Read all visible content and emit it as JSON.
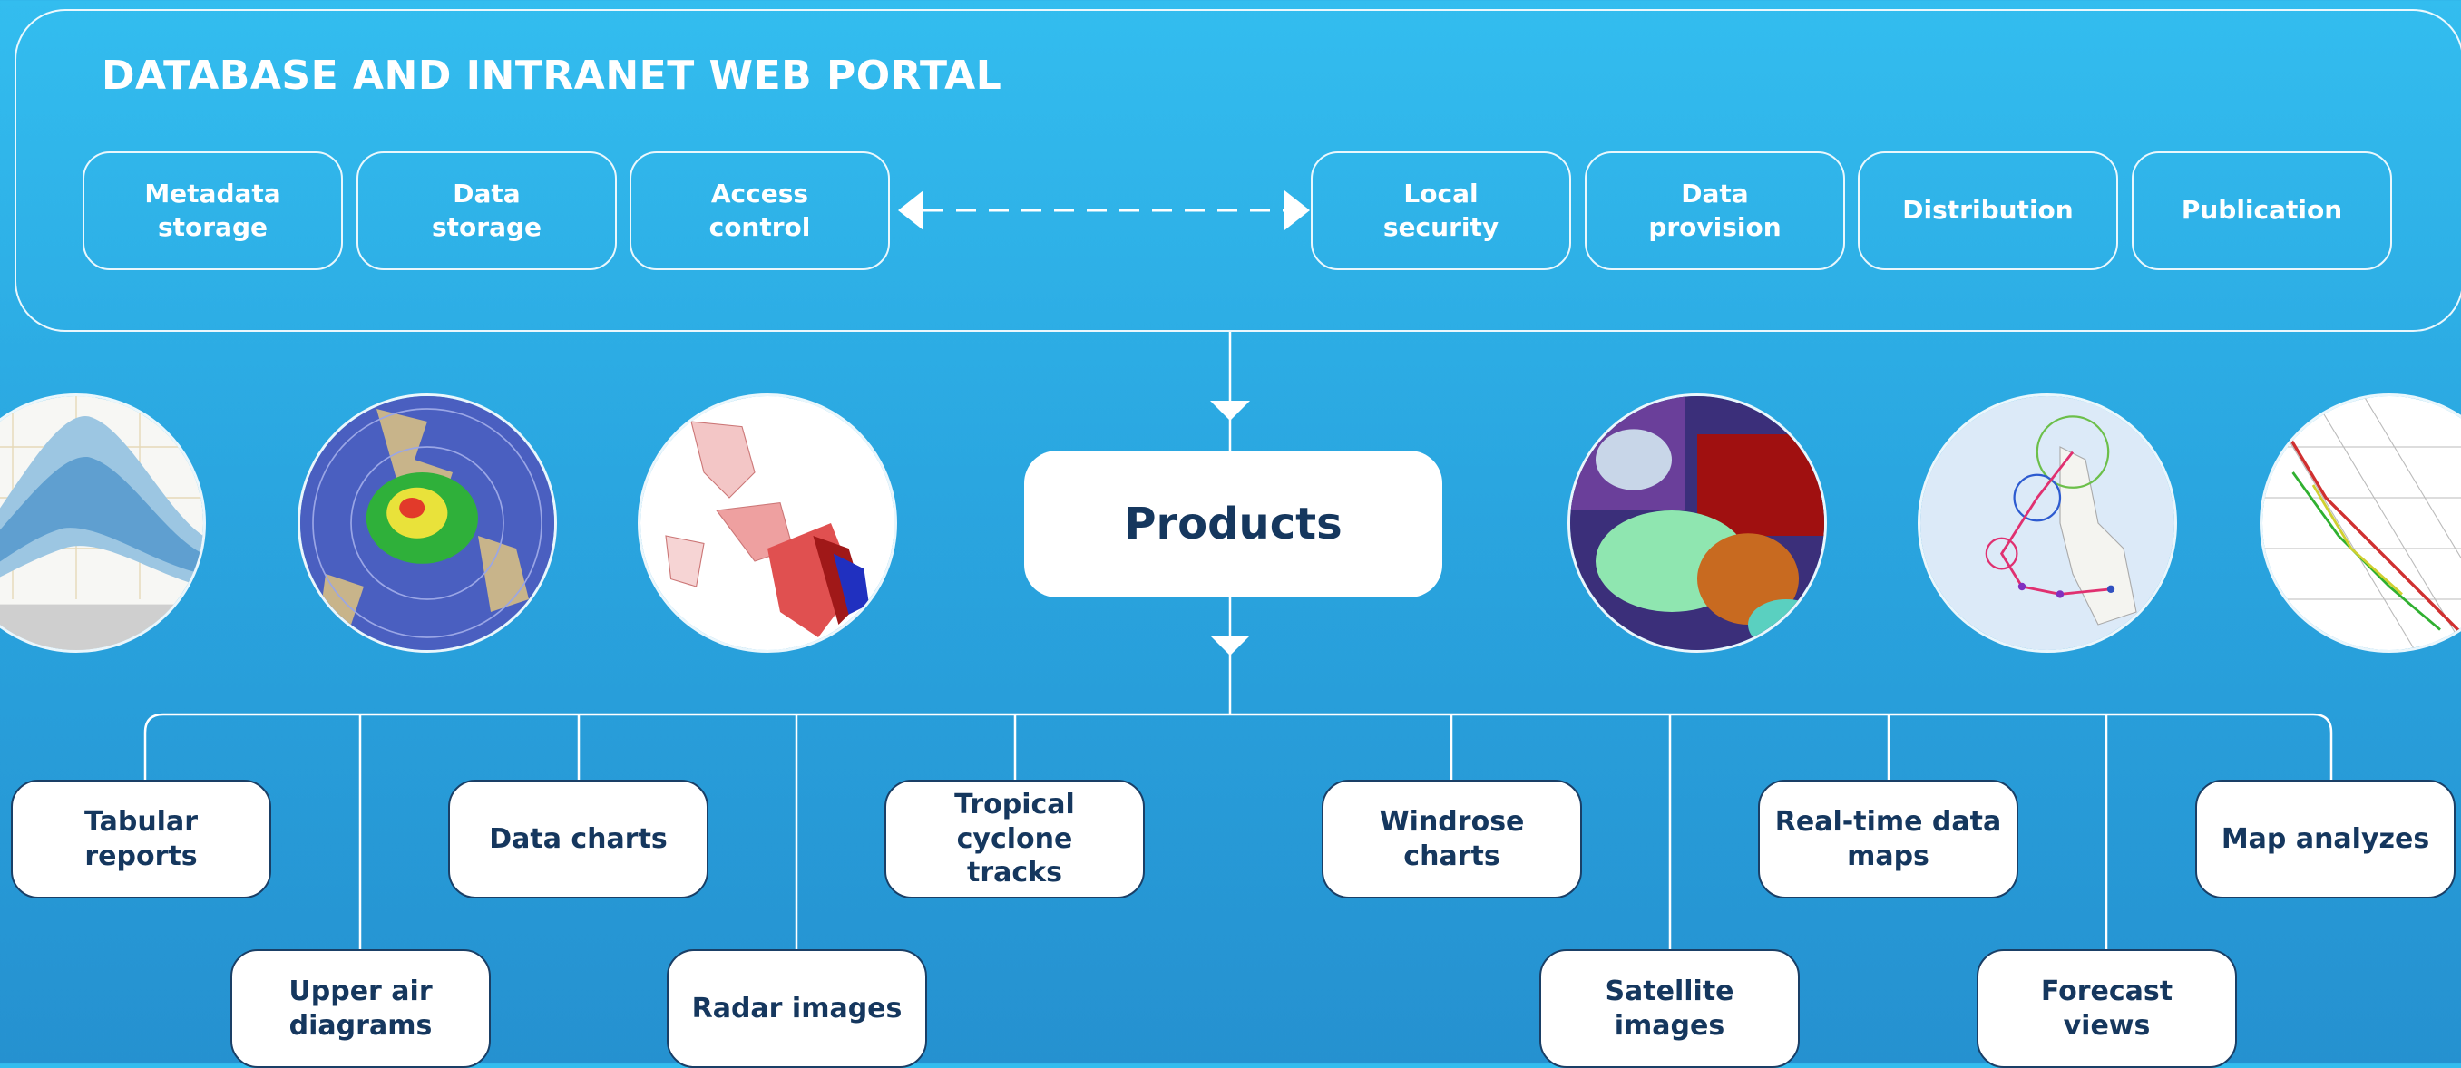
{
  "portal": {
    "title": "DATABASE AND INTRANET WEB PORTAL",
    "boxes": [
      "Metadata\nstorage",
      "Data\nstorage",
      "Access\ncontrol",
      "Local\nsecurity",
      "Data\nprovision",
      "Distribution",
      "Publication"
    ]
  },
  "products": {
    "label": "Products"
  },
  "images": [
    "forecast-band-chart-thumbnail",
    "radar-image-thumbnail",
    "map-analysis-thumbnail",
    "satellite-image-thumbnail",
    "cyclone-track-thumbnail",
    "upper-air-diagram-thumbnail"
  ],
  "leaves": {
    "top": [
      "Tabular reports",
      "Data charts",
      "Tropical cyclone\ntracks",
      "Windrose charts",
      "Real-time data\nmaps",
      "Map analyzes"
    ],
    "bottom": [
      "Upper air\ndiagrams",
      "Radar images",
      "Satellite images",
      "Forecast views"
    ]
  },
  "colors": {
    "background_top": "#33bdef",
    "background_bottom": "#2591d0",
    "text_dark": "#15375e",
    "line": "#ffffff"
  }
}
